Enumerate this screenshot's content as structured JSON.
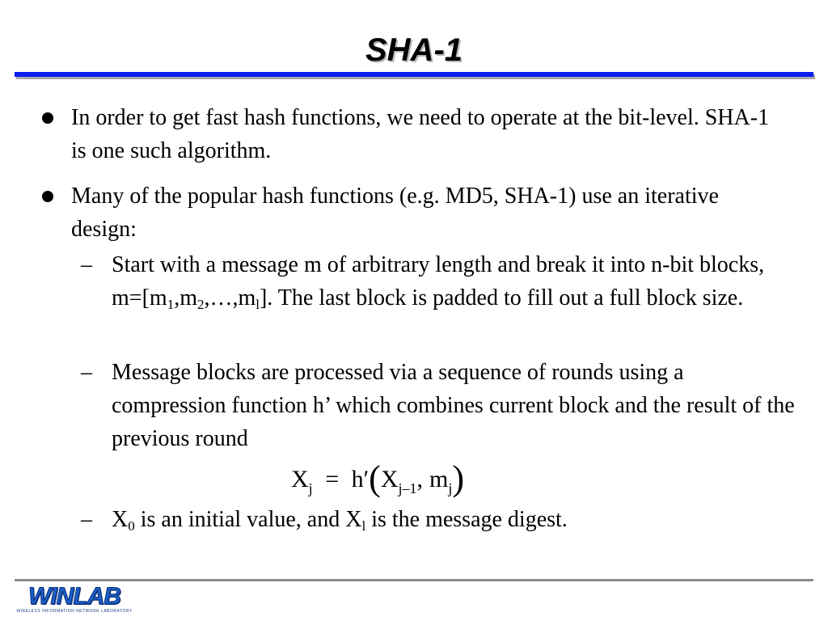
{
  "slide": {
    "title": "SHA-1"
  },
  "bullets": [
    {
      "text": "In order to get fast hash functions, we need to operate at the bit-level. SHA-1 is one such algorithm."
    },
    {
      "text": "Many of the popular hash functions (e.g. MD5, SHA-1) use an iterative design:"
    }
  ],
  "sub_bullets": {
    "dash": "–",
    "item1": {
      "pre": "Start with a message m of arbitrary length and break it into n-bit blocks, m=[m",
      "sub1": "1",
      "sep1": ",m",
      "sub2": "2",
      "sep2": ",…,m",
      "sub3": "l",
      "post": "]. The last block is padded to fill out a full block size."
    },
    "item2": {
      "text": "Message blocks are processed via a sequence of rounds using a compression function h’ which combines current block and the result of the previous round"
    },
    "item3": {
      "x0": "X",
      "x0_sub": "0",
      "mid": " is an initial value, and X",
      "xl_sub": "l",
      "post": " is the message digest."
    }
  },
  "formula": {
    "lhs": "X",
    "lhs_sub": "j",
    "equals": "=",
    "func": "h′",
    "open": "(",
    "arg1": "X",
    "arg1_sub": "j–1",
    "comma": ",",
    "arg2": "m",
    "arg2_sub": "j",
    "close": ")"
  },
  "footer": {
    "logo_text": "WINLAB",
    "logo_subtext": "WIRELESS INFORMATION NETWORK LABORATORY"
  },
  "colors": {
    "title_rule": "#0a1ef0",
    "footer_rule": "#8c8c8c",
    "logo": "#1a5fc8"
  }
}
